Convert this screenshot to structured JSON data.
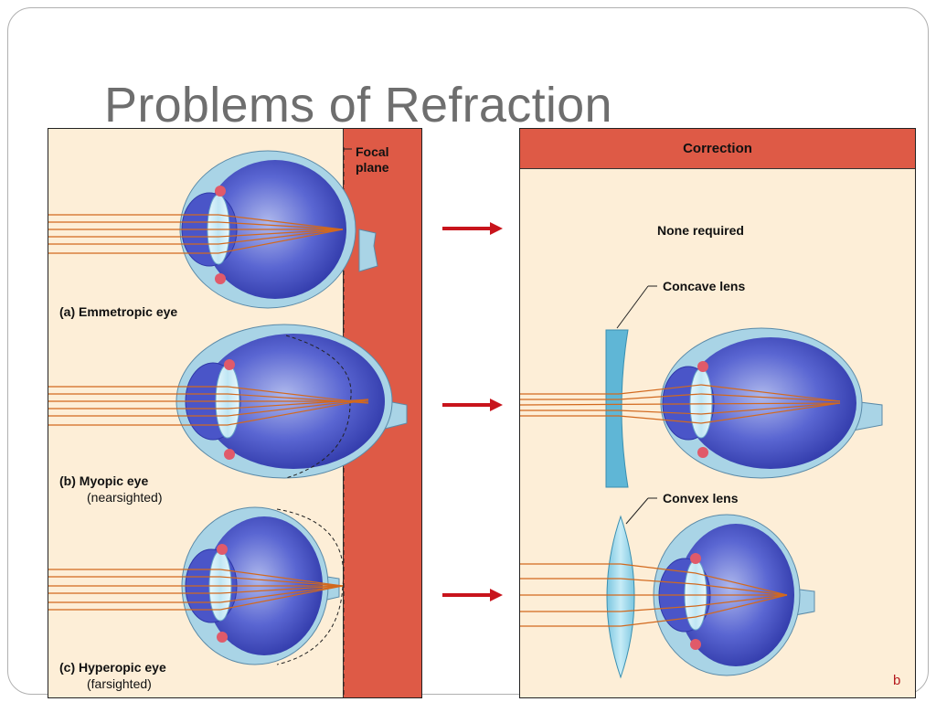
{
  "slide": {
    "title": "Problems of Refraction",
    "number": "b"
  },
  "left_panel": {
    "focal_plane_label_line1": "Focal",
    "focal_plane_label_line2": "plane",
    "eyes": [
      {
        "letter": "(a)",
        "name": "Emmetropic eye",
        "subtitle": ""
      },
      {
        "letter": "(b)",
        "name": "Myopic eye",
        "subtitle": "(nearsighted)"
      },
      {
        "letter": "(c)",
        "name": "Hyperopic eye",
        "subtitle": "(farsighted)"
      }
    ]
  },
  "right_panel": {
    "header": "Correction",
    "none_required": "None required",
    "concave_lens": "Concave lens",
    "convex_lens": "Convex lens"
  },
  "colors": {
    "background": "#fdeed7",
    "focal_strip": "#de5a46",
    "eye_outer": "#a9d4e6",
    "eye_inner": "#4a55c8",
    "lens": "#cfeef8",
    "ray": "#d2691e",
    "arrow": "#c8141c",
    "muscle": "#e05a6a"
  }
}
